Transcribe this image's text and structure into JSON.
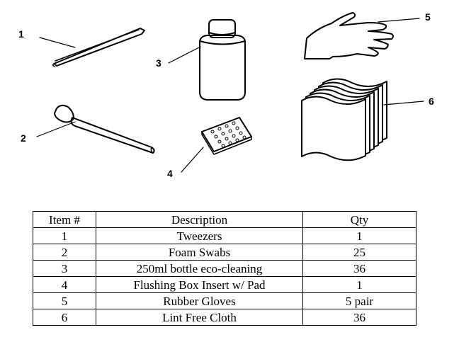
{
  "callouts": [
    "1",
    "2",
    "3",
    "4",
    "5",
    "6"
  ],
  "items": [
    {
      "icon": "tweezers-icon"
    },
    {
      "icon": "foam-swab-icon"
    },
    {
      "icon": "bottle-icon"
    },
    {
      "icon": "flushing-box-pad-icon"
    },
    {
      "icon": "glove-icon"
    },
    {
      "icon": "lint-free-cloth-icon"
    }
  ],
  "table": {
    "headers": [
      "Item #",
      "Description",
      "Qty"
    ],
    "rows": [
      [
        "1",
        "Tweezers",
        "1"
      ],
      [
        "2",
        "Foam Swabs",
        "25"
      ],
      [
        "3",
        "250ml bottle eco-cleaning",
        "36"
      ],
      [
        "4",
        "Flushing Box Insert w/ Pad",
        "1"
      ],
      [
        "5",
        "Rubber Gloves",
        "5 pair"
      ],
      [
        "6",
        "Lint Free Cloth",
        "36"
      ]
    ]
  }
}
